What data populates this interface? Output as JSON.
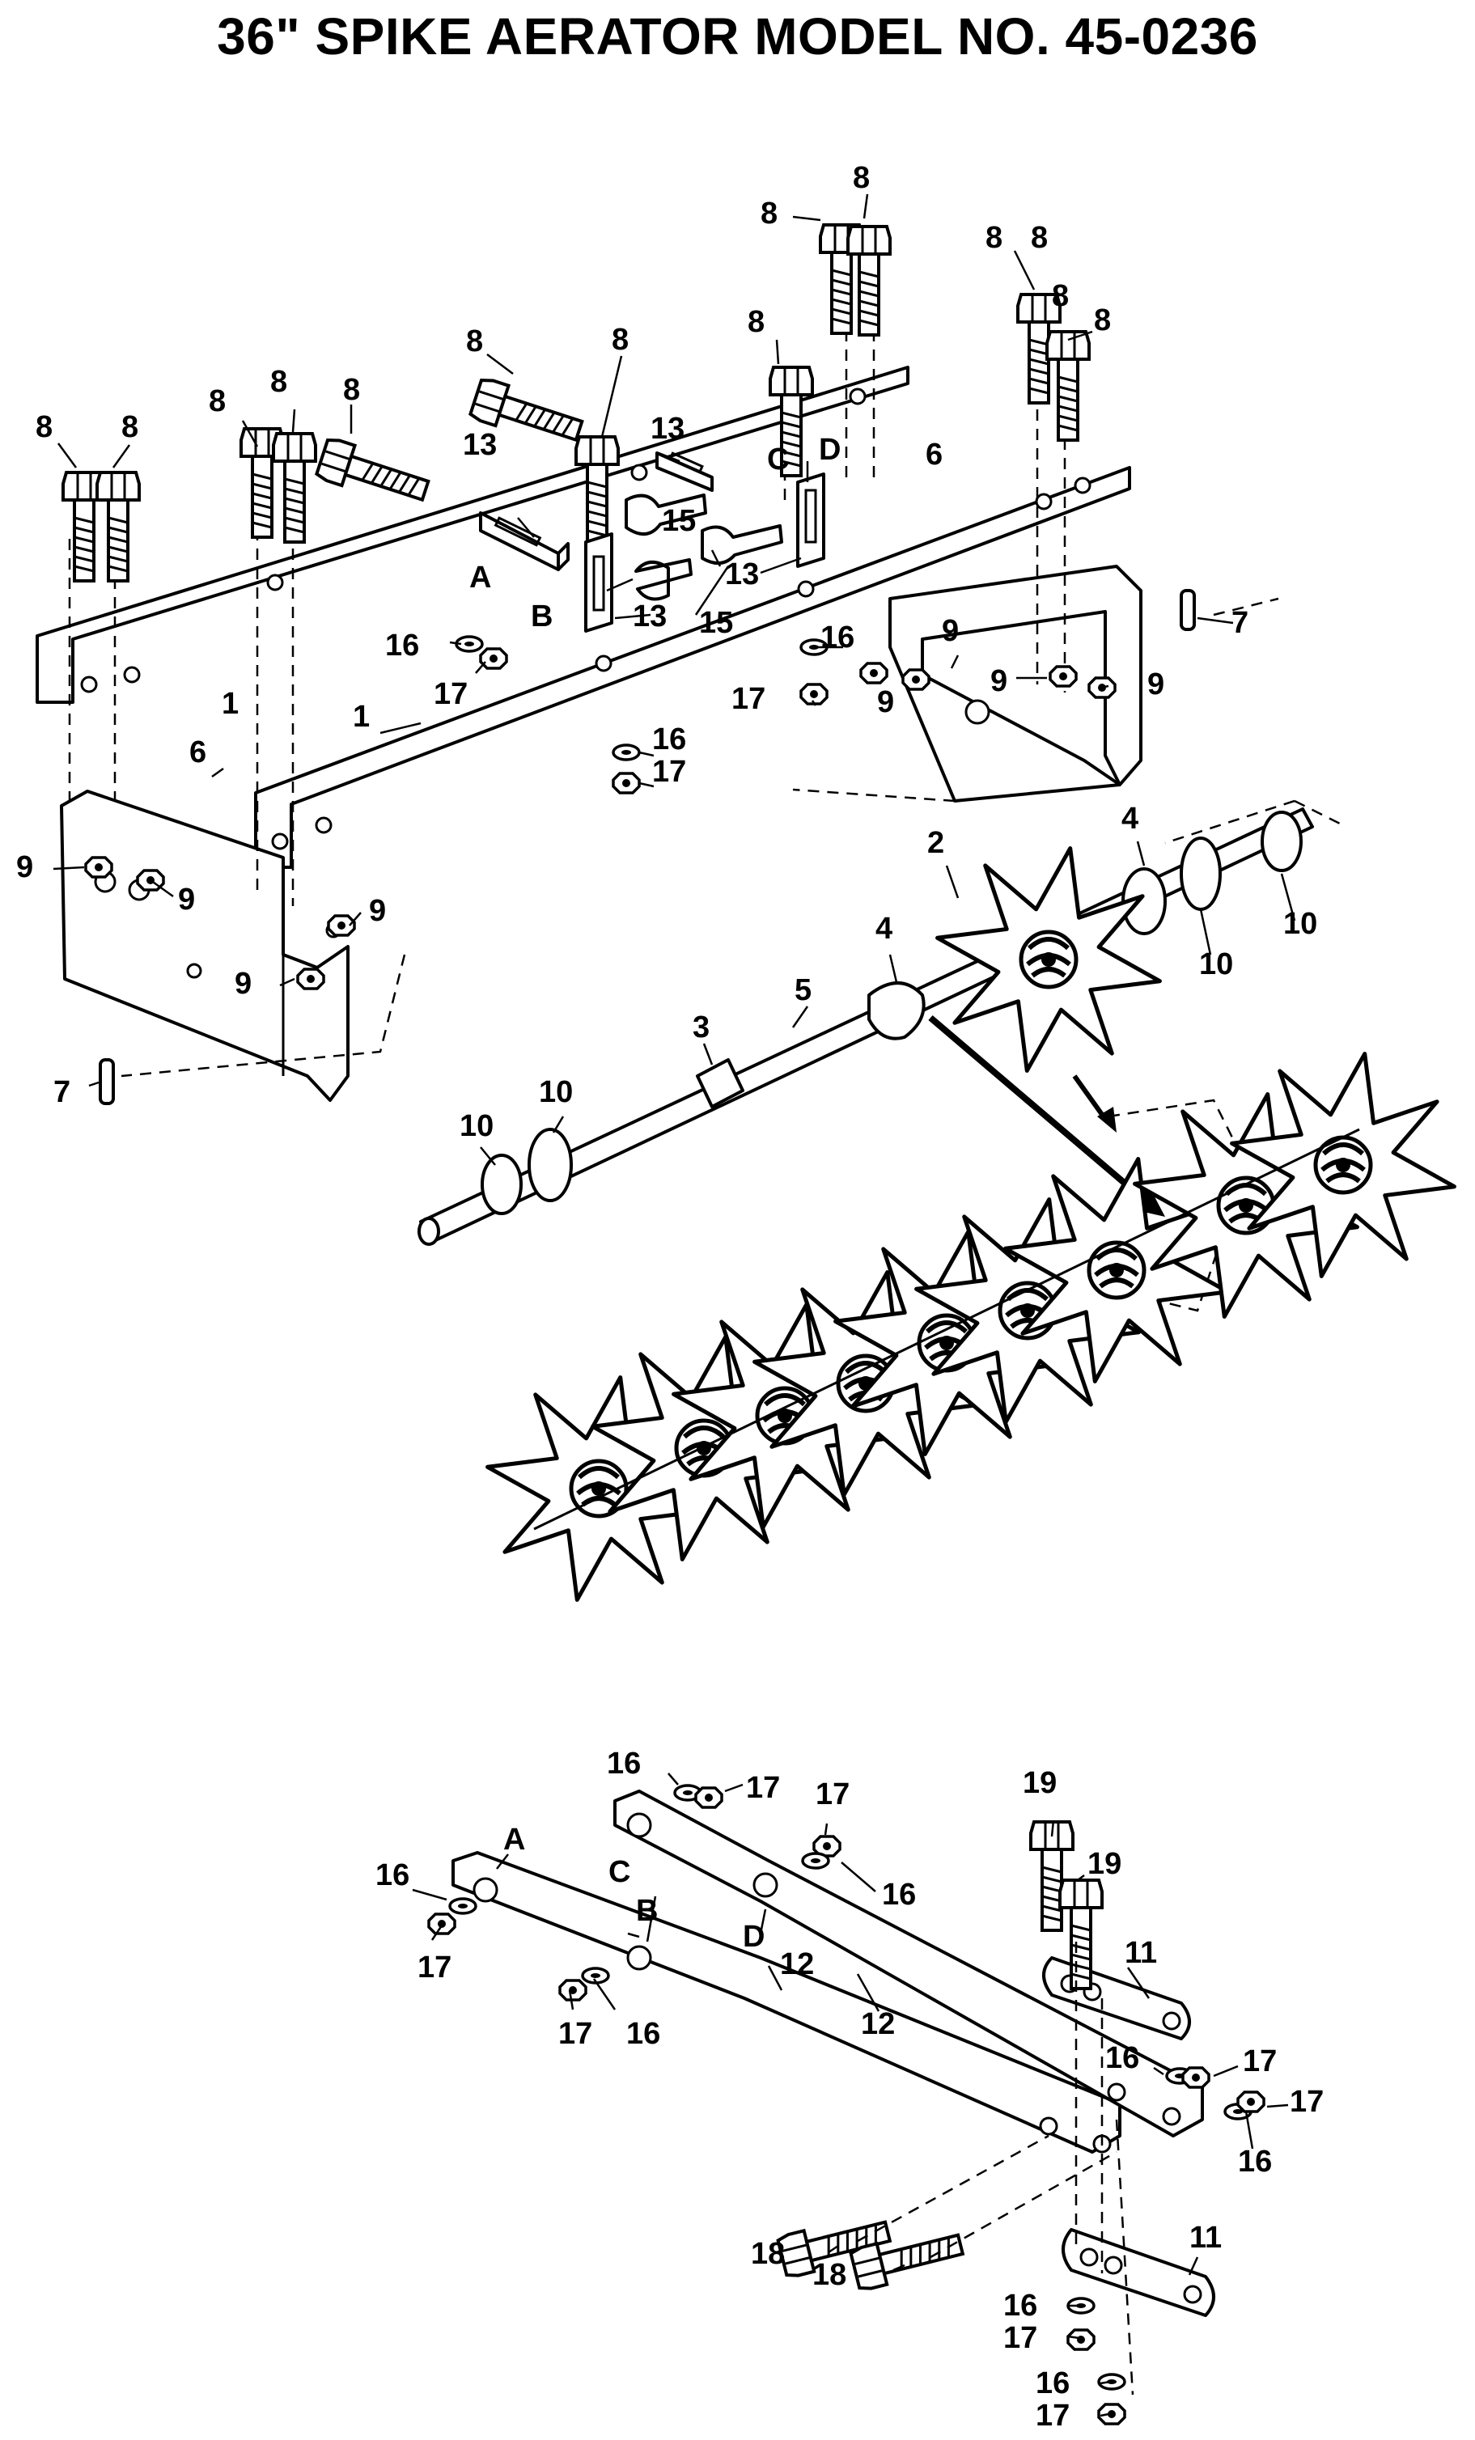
{
  "title": "36\" SPIKE AERATOR MODEL NO. 45-0236",
  "callouts": [
    {
      "id": "c1",
      "text": "8"
    },
    {
      "id": "c2",
      "text": "8"
    },
    {
      "id": "c3",
      "text": "8"
    },
    {
      "id": "c4",
      "text": "8"
    },
    {
      "id": "c5",
      "text": "8"
    },
    {
      "id": "c6",
      "text": "8"
    },
    {
      "id": "c7",
      "text": "8"
    },
    {
      "id": "c8",
      "text": "8"
    },
    {
      "id": "c9",
      "text": "8"
    },
    {
      "id": "c10",
      "text": "8"
    },
    {
      "id": "c11",
      "text": "8"
    },
    {
      "id": "c12",
      "text": "8"
    },
    {
      "id": "c13",
      "text": "8"
    },
    {
      "id": "c14",
      "text": "8"
    },
    {
      "id": "c15",
      "text": "13"
    },
    {
      "id": "c16",
      "text": "13"
    },
    {
      "id": "c17",
      "text": "13"
    },
    {
      "id": "c18",
      "text": "13"
    },
    {
      "id": "c19",
      "text": "A"
    },
    {
      "id": "c20",
      "text": "B"
    },
    {
      "id": "c21",
      "text": "C"
    },
    {
      "id": "c22",
      "text": "D"
    },
    {
      "id": "c23",
      "text": "15"
    },
    {
      "id": "c24",
      "text": "15"
    },
    {
      "id": "c25",
      "text": "6"
    },
    {
      "id": "c26",
      "text": "6"
    },
    {
      "id": "c27",
      "text": "7"
    },
    {
      "id": "c28",
      "text": "7"
    },
    {
      "id": "c29",
      "text": "1"
    },
    {
      "id": "c30",
      "text": "1"
    },
    {
      "id": "c31",
      "text": "16"
    },
    {
      "id": "c32",
      "text": "17"
    },
    {
      "id": "c33",
      "text": "16"
    },
    {
      "id": "c34",
      "text": "17"
    },
    {
      "id": "c35",
      "text": "16"
    },
    {
      "id": "c36",
      "text": "17"
    },
    {
      "id": "c37",
      "text": "9"
    },
    {
      "id": "c38",
      "text": "9"
    },
    {
      "id": "c39",
      "text": "9"
    },
    {
      "id": "c40",
      "text": "9"
    },
    {
      "id": "c41",
      "text": "9"
    },
    {
      "id": "c42",
      "text": "9"
    },
    {
      "id": "c43",
      "text": "9"
    },
    {
      "id": "c44",
      "text": "9"
    },
    {
      "id": "c45",
      "text": "2"
    },
    {
      "id": "c46",
      "text": "4"
    },
    {
      "id": "c47",
      "text": "4"
    },
    {
      "id": "c48",
      "text": "10"
    },
    {
      "id": "c49",
      "text": "10"
    },
    {
      "id": "c50",
      "text": "10"
    },
    {
      "id": "c51",
      "text": "10"
    },
    {
      "id": "c52",
      "text": "5"
    },
    {
      "id": "c53",
      "text": "3"
    },
    {
      "id": "c54",
      "text": "16"
    },
    {
      "id": "c55",
      "text": "17"
    },
    {
      "id": "c56",
      "text": "17"
    },
    {
      "id": "c57",
      "text": "16"
    },
    {
      "id": "c58",
      "text": "19"
    },
    {
      "id": "c59",
      "text": "19"
    },
    {
      "id": "c60",
      "text": "A"
    },
    {
      "id": "c61",
      "text": "C"
    },
    {
      "id": "c62",
      "text": "16"
    },
    {
      "id": "c63",
      "text": "B"
    },
    {
      "id": "c64",
      "text": "D"
    },
    {
      "id": "c65",
      "text": "17"
    },
    {
      "id": "c66",
      "text": "12"
    },
    {
      "id": "c67",
      "text": "12"
    },
    {
      "id": "c68",
      "text": "11"
    },
    {
      "id": "c69",
      "text": "16"
    },
    {
      "id": "c70",
      "text": "17"
    },
    {
      "id": "c71",
      "text": "17"
    },
    {
      "id": "c72",
      "text": "16"
    },
    {
      "id": "c73",
      "text": "17"
    },
    {
      "id": "c74",
      "text": "16"
    },
    {
      "id": "c75",
      "text": "18"
    },
    {
      "id": "c76",
      "text": "18"
    },
    {
      "id": "c77",
      "text": "11"
    },
    {
      "id": "c78",
      "text": "16"
    },
    {
      "id": "c79",
      "text": "17"
    },
    {
      "id": "c80",
      "text": "16"
    },
    {
      "id": "c81",
      "text": "17"
    }
  ]
}
